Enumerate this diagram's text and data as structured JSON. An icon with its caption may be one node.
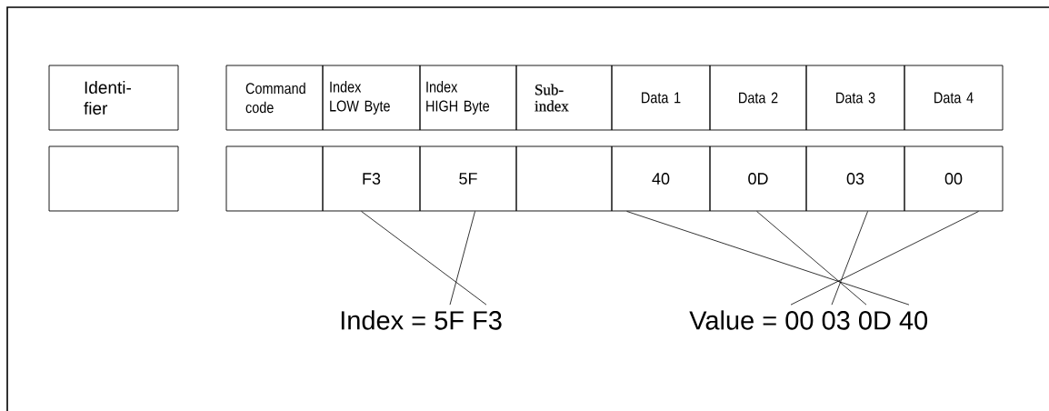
{
  "diagram": {
    "nodes": [
      {
        "text": [
          "Identi- fier"
        ]
      },
      {
        "text": [
          "Command code"
        ]
      },
      {
        "text": [
          "Index LOW Byte"
        ]
      },
      {
        "text": [
          "Index HIGH Byte"
        ]
      },
      {
        "text": [
          "Sub- index"
        ]
      },
      {
        "text": [
          "Data 1"
        ]
      },
      {
        "text": [
          "Data 2"
        ]
      },
      {
        "text": [
          "Data 3"
        ]
      },
      {
        "text": [
          "Data 4"
        ]
      },
      {
        "text": [],
        "shape": "box"
      },
      {
        "text": [],
        "shape": "box"
      },
      {
        "text": [
          "F3"
        ]
      },
      {
        "text": [
          "5F"
        ]
      },
      {
        "text": [],
        "shape": "box"
      },
      {
        "text": [
          "40"
        ]
      },
      {
        "text": [
          "0D"
        ]
      },
      {
        "text": [
          "03"
        ]
      },
      {
        "text": [
          "00"
        ]
      },
      {
        "text": [
          "Index = 5F F3"
        ]
      },
      {
        "text": [
          "Value = 00 03 0D 40"
        ]
      }
    ],
    "edges": [
      {
        "from": 11,
        "to": 18,
        "arrow": "none"
      },
      {
        "from": 12,
        "to": 18,
        "arrow": "none"
      },
      {
        "from": 14,
        "to": 19,
        "arrow": "none"
      },
      {
        "from": 15,
        "to": 19,
        "arrow": "none"
      },
      {
        "from": 16,
        "to": 19,
        "arrow": "none"
      },
      {
        "from": 17,
        "to": 19,
        "arrow": "none"
      }
    ]
  }
}
